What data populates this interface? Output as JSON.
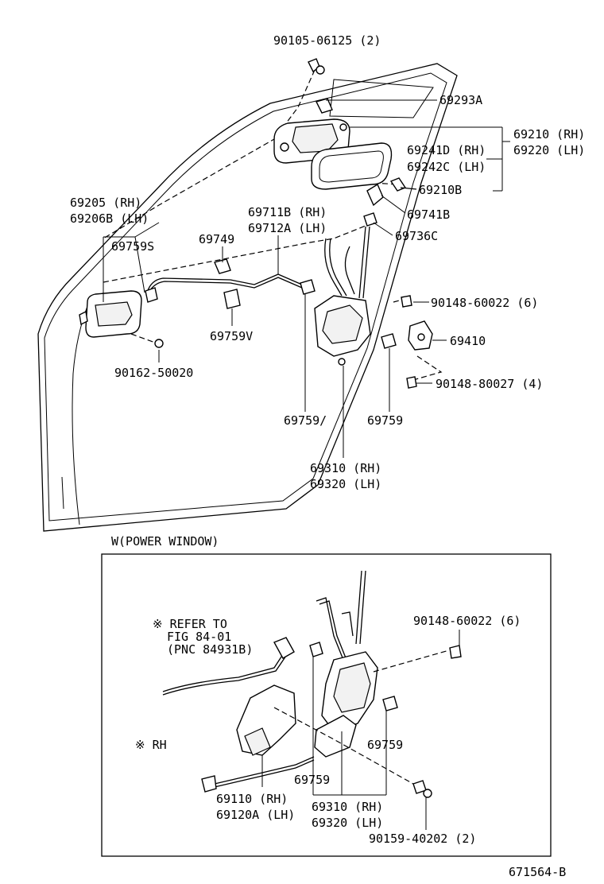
{
  "labels": {
    "bolt_top": "90105-06125 (2)",
    "handle_bracket": "69293A",
    "outside_handle_rh": "69210 (RH)",
    "outside_handle_lh": "69220 (LH)",
    "cover_rh": "69241D (RH)",
    "cover_lh": "69242C (LH)",
    "handle_screw": "69210B",
    "inside_handle_rh": "69205  (RH)",
    "inside_handle_lh": "69206B (LH)",
    "rod_clip_left": "69759S",
    "clip_69749": "69749",
    "rod_rh": "69711B (RH)",
    "rod_lh": "69712A (LH)",
    "part_69741B": "69741B",
    "part_69736C": "69736C",
    "screw_lock": "90148-60022 (6)",
    "striker": "69410",
    "screw_striker": "90148-80027 (4)",
    "screw_inside": "90162-50020",
    "clip_69759V": "69759V",
    "clip_mid_left": "69759/",
    "clip_mid_right": "69759",
    "lock_rh": "69310 (RH)",
    "lock_lh": "69320 (LH)",
    "power_window_title": "W(POWER WINDOW)",
    "refer_1": "※ REFER TO",
    "refer_2": "FIG 84-01",
    "refer_3": "(PNC 84931B)",
    "pw_screw": "90148-60022 (6)",
    "rh_note": "※ RH",
    "pw_clip_right": "69759",
    "pw_clip_left": "69759",
    "actuator_rh": "69110  (RH)",
    "actuator_lh": "69120A (LH)",
    "pw_lock_rh": "69310 (RH)",
    "pw_lock_lh": "69320 (LH)",
    "pw_bolt": "90159-40202 (2)",
    "figure_number": "671564-B"
  }
}
